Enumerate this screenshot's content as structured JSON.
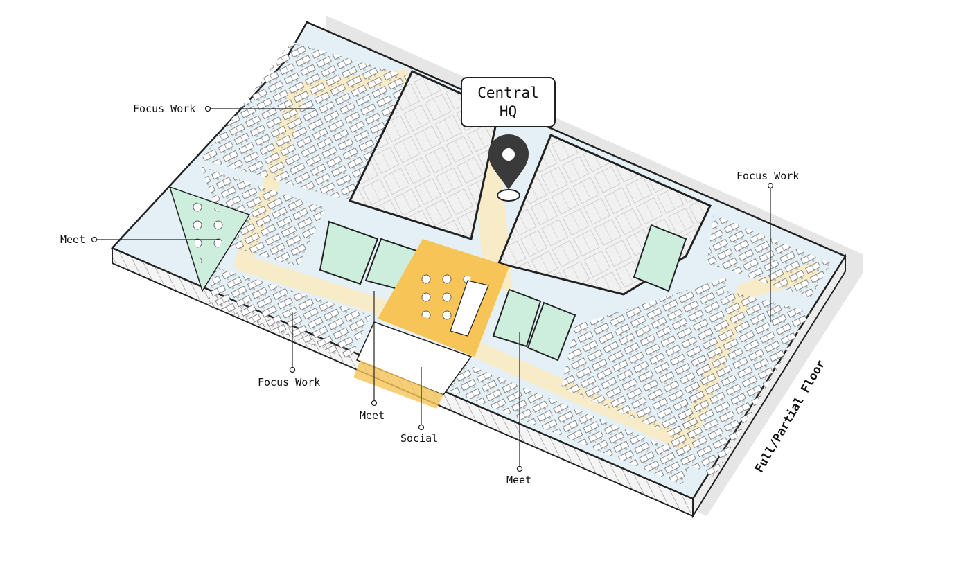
{
  "callout": {
    "title": "Central\nHQ"
  },
  "floor_label": "Full/Partial Floor",
  "zone_labels": [
    {
      "id": "focus-work-nw",
      "text": "Focus Work"
    },
    {
      "id": "focus-work-ne",
      "text": "Focus Work"
    },
    {
      "id": "meet-west",
      "text": "Meet"
    },
    {
      "id": "focus-work-sw",
      "text": "Focus Work"
    },
    {
      "id": "meet-south",
      "text": "Meet"
    },
    {
      "id": "social",
      "text": "Social"
    },
    {
      "id": "meet-center",
      "text": "Meet"
    }
  ],
  "colors": {
    "focus_zone": "#e4f0f6",
    "corridor": "#f7ecc7",
    "meet_zone": "#cdeedd",
    "social_zone": "#f6c457",
    "core": "#eeeeee",
    "outline": "#222222",
    "shadow": "#e6e6e6",
    "pin": "#3a3a3a"
  },
  "icons": [
    "location-pin-icon"
  ]
}
